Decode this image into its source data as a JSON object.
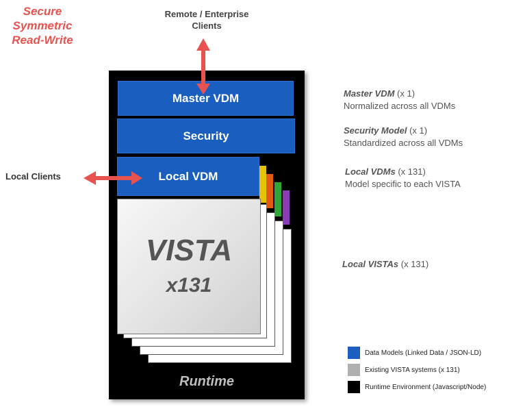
{
  "title_lines": [
    "Secure",
    "Symmetric",
    "Read-Write"
  ],
  "remote_lines": [
    "Remote / Enterprise",
    "Clients"
  ],
  "local_clients": "Local Clients",
  "layers": {
    "master": "Master VDM",
    "security": "Security",
    "local": "Local VDM",
    "vista": "VISTA",
    "vista_count": "x131",
    "runtime": "Runtime"
  },
  "descriptions": [
    {
      "name": "Master VDM",
      "count": "(x 1)",
      "detail": "Normalized across all VDMs"
    },
    {
      "name": "Security Model",
      "count": "(x 1)",
      "detail": "Standardized across all VDMs"
    },
    {
      "name": "Local VDMs",
      "count": "(x 131)",
      "detail": "Model specific to each VISTA"
    },
    {
      "name": "Local VISTAs",
      "count": "(x 131)",
      "detail": ""
    }
  ],
  "legend": [
    {
      "label": "Data Models  (Linked Data / JSON-LD)",
      "color": "#1a5fbf"
    },
    {
      "label": "Existing VISTA systems (x 131)",
      "color": "#b0b0b0"
    },
    {
      "label": "Runtime Environment  (Javascript/Node)",
      "color": "#000000"
    }
  ],
  "colors": {
    "arrow": "#e8534f",
    "stripes": [
      "#e6c200",
      "#e05a10",
      "#2fa53a",
      "#8a3db5"
    ]
  }
}
